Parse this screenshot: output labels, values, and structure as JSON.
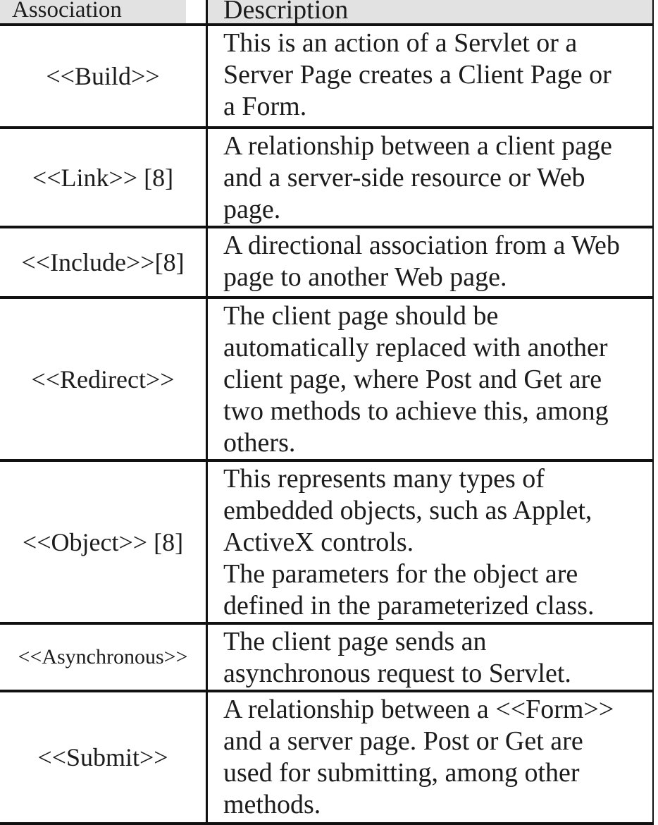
{
  "table": {
    "columns": [
      {
        "label": "Association"
      },
      {
        "label": "Description"
      }
    ],
    "rows": [
      {
        "association": "<<Build>>",
        "description": "This is an action of a Servlet or a\nServer Page creates a Client Page or\na Form."
      },
      {
        "association": "<<Link>> [8]",
        "description": "A relationship between a client page\nand a server-side resource or Web\npage."
      },
      {
        "association": "<<Include>>[8]",
        "description": "A directional association from a Web\npage to another Web page."
      },
      {
        "association": "<<Redirect>>",
        "description": "The client page should be\nautomatically replaced with another\nclient page, where Post and Get are\ntwo methods to achieve this, among\nothers."
      },
      {
        "association": "<<Object>> [8]",
        "description": "This represents many types of\nembedded objects, such as Applet,\nActiveX controls.\nThe parameters for the object are\ndefined in the parameterized class."
      },
      {
        "association": "<<Asynchronous>>",
        "description": "The client page sends an\nasynchronous request to Servlet."
      },
      {
        "association": "<<Submit>>",
        "description": "A relationship between a <<Form>>\nand a server page. Post or Get are\nused for submitting, among other\nmethods."
      }
    ],
    "colors": {
      "header_bg": "#e2e2e2",
      "text": "#1c1c1c",
      "border": "#111111",
      "background": "#ffffff"
    }
  }
}
